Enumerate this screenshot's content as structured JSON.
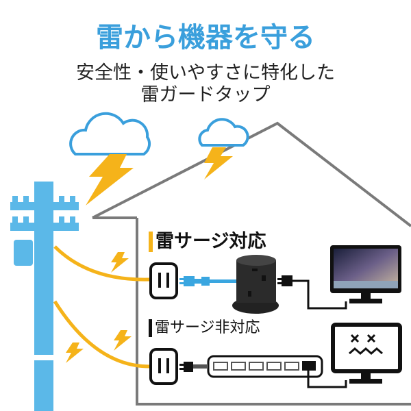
{
  "title": "雷から機器を守る",
  "subtitle_line1": "安全性・使いやすさに特化した",
  "subtitle_line2": "雷ガードタップ",
  "label_protected": "雷サージ対応",
  "label_unprotected": "雷サージ非対応",
  "colors": {
    "accent_blue": "#3a9fdc",
    "lightning_yellow": "#f5b31a",
    "pole_blue": "#5bb8e8",
    "house_gray": "#7a7a7a"
  }
}
